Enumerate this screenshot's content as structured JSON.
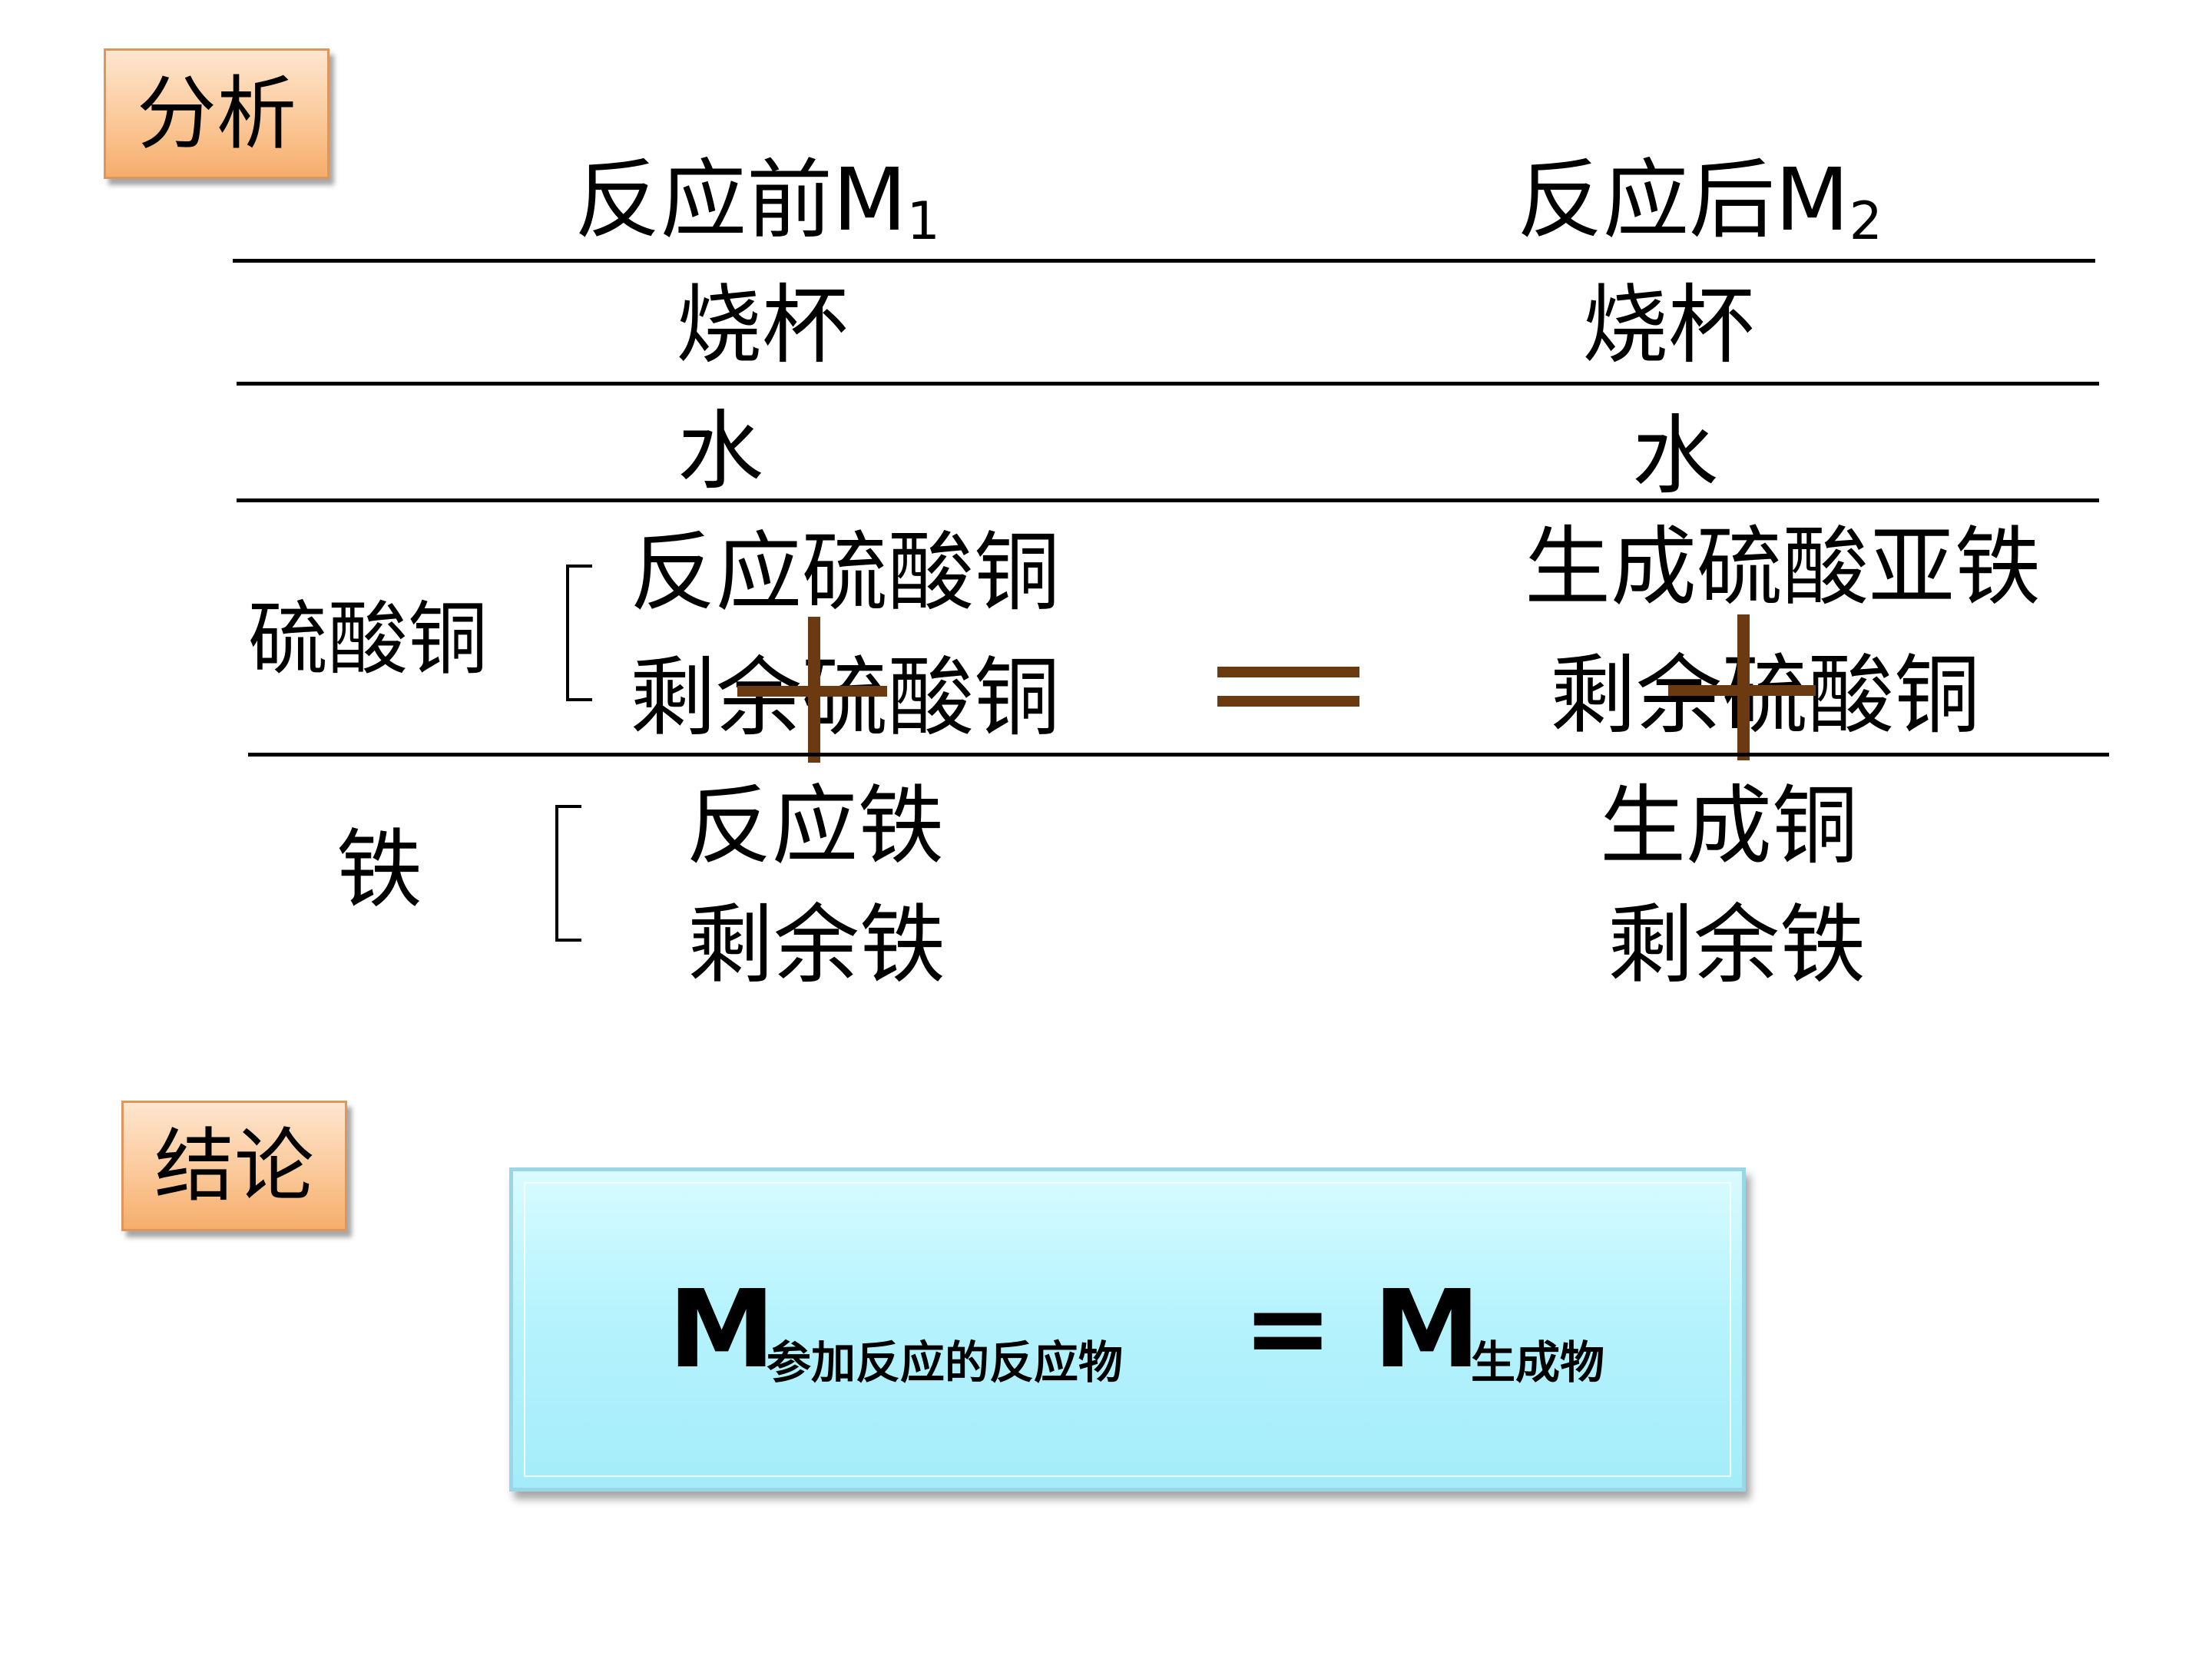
{
  "analysis": {
    "tag": "分析",
    "before": {
      "text": "反应前M",
      "sub": "1"
    },
    "after": {
      "text": "反应后M",
      "sub": "2"
    },
    "rows": {
      "beaker": {
        "before": "烧杯",
        "after": "烧杯"
      },
      "water": {
        "before": "水",
        "after": "水"
      },
      "copper_sulfate": {
        "label": "硫酸铜",
        "before": [
          "反应硫酸铜",
          "剩余硫酸铜"
        ],
        "after": [
          "生成硫酸亚铁",
          "剩余硫酸铜"
        ]
      },
      "iron": {
        "label": "铁",
        "before": [
          "反应铁",
          "剩余铁"
        ],
        "after": [
          "生成铜",
          "剩余铁"
        ]
      }
    }
  },
  "conclusion": {
    "tag": "结论",
    "left_symbol": "M",
    "left_sub": "参加反应的反应物",
    "equals": "=",
    "right_symbol": "M",
    "right_sub": "生成物"
  },
  "colors": {
    "tag_fill": "#fbc99a",
    "mark_brown": "#6b3a10",
    "box_fill": "#b6f3fd"
  }
}
